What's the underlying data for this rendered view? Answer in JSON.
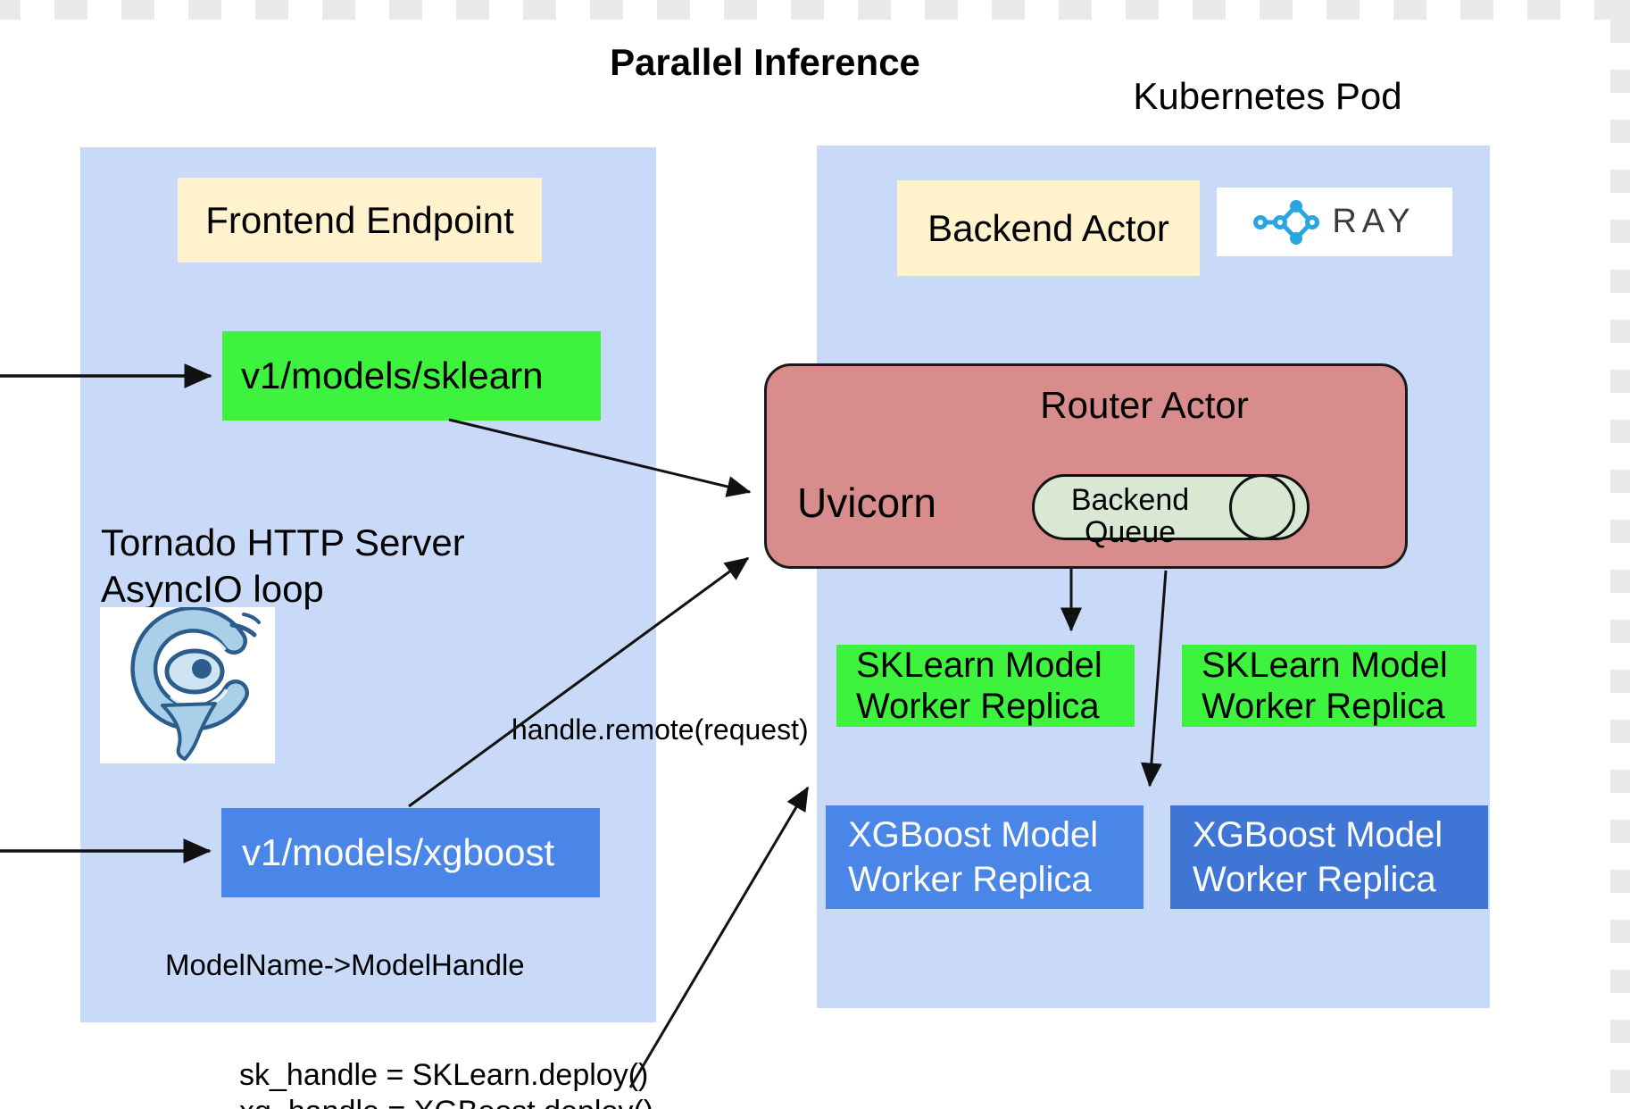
{
  "title": "Parallel Inference",
  "kubernetes_pod_label": "Kubernetes Pod",
  "frontend": {
    "endpoint_label": "Frontend Endpoint",
    "sklearn_route": "v1/models/sklearn",
    "xgboost_route": "v1/models/xgboost",
    "tornado_line1": "Tornado HTTP Server",
    "tornado_line2": "AsyncIO loop",
    "model_map_note": "ModelName->ModelHandle"
  },
  "backend": {
    "actor_label": "Backend Actor",
    "ray_text": "RAY",
    "router_label": "Router Actor",
    "uvicorn_label": "Uvicorn",
    "queue_line1": "Backend",
    "queue_line2": "Queue",
    "sk_worker_line1": "SKLearn Model",
    "sk_worker_line2": "Worker Replica",
    "xgb_worker_line1": "XGBoost Model",
    "xgb_worker_line2": "Worker Replica"
  },
  "annotations": {
    "handle_remote": "handle.remote(request)",
    "deploy_line1": "sk_handle = SKLearn.deploy()",
    "deploy_line2": "xg_handle = XGBoost.deploy()"
  },
  "colors": {
    "panel_blue": "#c9daf8",
    "cream": "#fff2cc",
    "bright_green": "#3ef33e",
    "cornflower_blue": "#4a86e8",
    "dark_blue": "#3f76d6",
    "router_pink": "#d98c8c",
    "queue_green": "#d9e8d3",
    "ray_blue": "#29a5e0",
    "checker_gray": "#e9e9e9"
  }
}
